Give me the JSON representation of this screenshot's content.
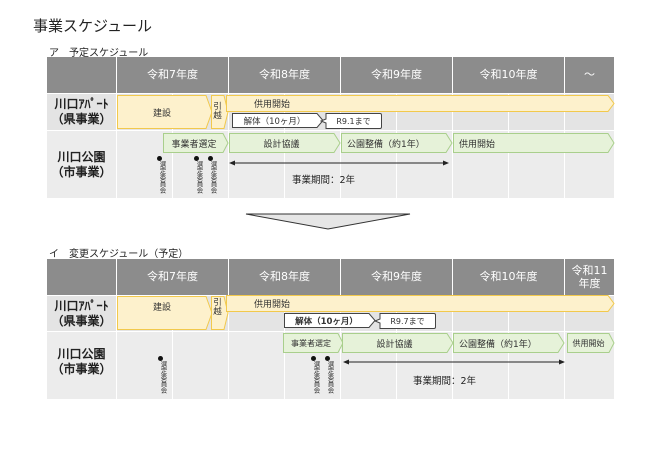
{
  "page_title": "事業スケジュール",
  "arrow": {
    "icon": "down-triangle-arrow"
  },
  "planned": {
    "section_label": "ア　予定スケジュール",
    "columns": [
      "",
      "令和7年度",
      "令和8年度",
      "令和9年度",
      "令和10年度",
      "～"
    ],
    "rows": [
      {
        "label_line1": "川口ｱﾊﾟｰﾄ",
        "label_line2": "（県事業）"
      },
      {
        "label_line1": "川口公園",
        "label_line2": "（市事業）"
      }
    ],
    "apartment_bars": {
      "construction": "建設",
      "moving": "引越",
      "opening": "供用開始",
      "demolition": "解体（10ヶ月）",
      "demolition_until": "R9.1まで"
    },
    "park_bars": {
      "operator_selection": "事業者選定",
      "design_consultation": "設計協議",
      "park_development": "公園整備（約1年）",
      "opening": "供用開始"
    },
    "committee_markers": [
      "選定委員会",
      "選定委員会",
      "選定委員会"
    ],
    "project_period": "事業期間：2年"
  },
  "revised": {
    "section_label": "イ　変更スケジュール（予定）",
    "columns": [
      "",
      "令和7年度",
      "令和8年度",
      "令和9年度",
      "令和10年度",
      "令和11年度"
    ],
    "last_column_line1": "令和11",
    "last_column_line2": "年度",
    "rows": [
      {
        "label_line1": "川口ｱﾊﾟｰﾄ",
        "label_line2": "（県事業）"
      },
      {
        "label_line1": "川口公園",
        "label_line2": "（市事業）"
      }
    ],
    "apartment_bars": {
      "construction": "建設",
      "moving": "引越",
      "opening": "供用開始",
      "demolition": "解体（10ヶ月）",
      "demolition_until": "R9.7まで"
    },
    "park_bars": {
      "operator_selection": "事業者選定",
      "design_consultation": "設計協議",
      "park_development": "公園整備（約1年）",
      "opening": "供用開始"
    },
    "committee_markers": [
      "選定委員会",
      "選定委員会",
      "選定委員会"
    ],
    "project_period": "事業期間：2年"
  },
  "colors": {
    "header_bg": "#8c8c8c",
    "row_bg": "#e4e4e4",
    "apartment_bar_fill": "#fdf1cc",
    "apartment_bar_stroke": "#f2c94c",
    "park_bar_fill": "#e6f2d9",
    "park_bar_stroke": "#a9cf8c"
  }
}
